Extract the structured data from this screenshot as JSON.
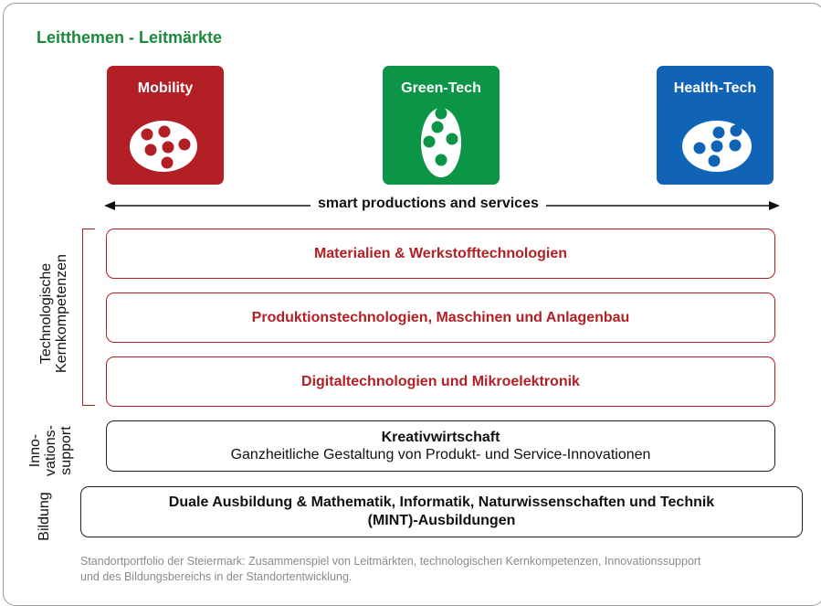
{
  "title": "Leitthemen - Leitmärkte",
  "markets": [
    {
      "label": "Mobility",
      "color": "#b21f24",
      "icon": "dots-oval-icon"
    },
    {
      "label": "Green-Tech",
      "color": "#0c9447",
      "icon": "dots-oval-icon"
    },
    {
      "label": "Health-Tech",
      "color": "#1164b5",
      "icon": "dots-oval-icon"
    }
  ],
  "arrow_label": "smart productions and services",
  "side_labels": {
    "technology": [
      "Technologische",
      "Kernkompetenzen"
    ],
    "innovation": [
      "Inno-",
      "vations-",
      "support"
    ],
    "education": "Bildung"
  },
  "competences": [
    "Materialien & Werkstofftechnologien",
    "Produktionstechnologien, Maschinen und Anlagenbau",
    "Digitaltechnologien und Mikroelektronik"
  ],
  "innovation_support": {
    "title": "Kreativwirtschaft",
    "subtitle": "Ganzheitliche Gestaltung von Produkt- und Service-Innovationen"
  },
  "education": {
    "line1": "Duale Ausbildung & Mathematik, Informatik, Naturwissenschaften und Technik",
    "line2": "(MINT)-Ausbildungen"
  },
  "caption": {
    "line1": "Standortportfolio der Steiermark: Zusammenspiel von Leitmärkten, technologischen Kernkompetenzen, Innovationssupport",
    "line2": "und des Bildungsbereichs in der Standortentwicklung."
  },
  "colors": {
    "accent_green": "#1b8a3c",
    "competence_red": "#b21f24"
  }
}
